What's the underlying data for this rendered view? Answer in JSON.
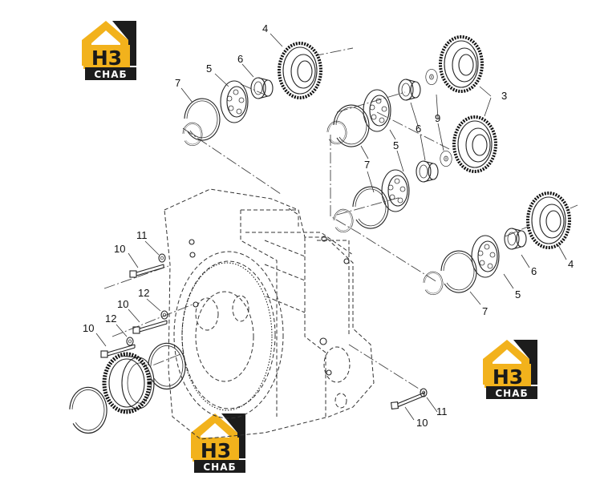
{
  "callouts": {
    "c3": "3",
    "c4a": "4",
    "c4b": "4",
    "c5a": "5",
    "c5b": "5",
    "c5c": "5",
    "c6a": "6",
    "c6b": "6",
    "c6c": "6",
    "c7a": "7",
    "c7b": "7",
    "c7c": "7",
    "c9": "9",
    "c10a": "10",
    "c10b": "10",
    "c10c": "10",
    "c10d": "10",
    "c11a": "11",
    "c11b": "11",
    "c12a": "12",
    "c12b": "12"
  },
  "watermark": {
    "logo_text": "H3",
    "logo_sub": "СНАБ",
    "color_gold": "#f2b21c",
    "color_dark": "#1c1c1c"
  }
}
